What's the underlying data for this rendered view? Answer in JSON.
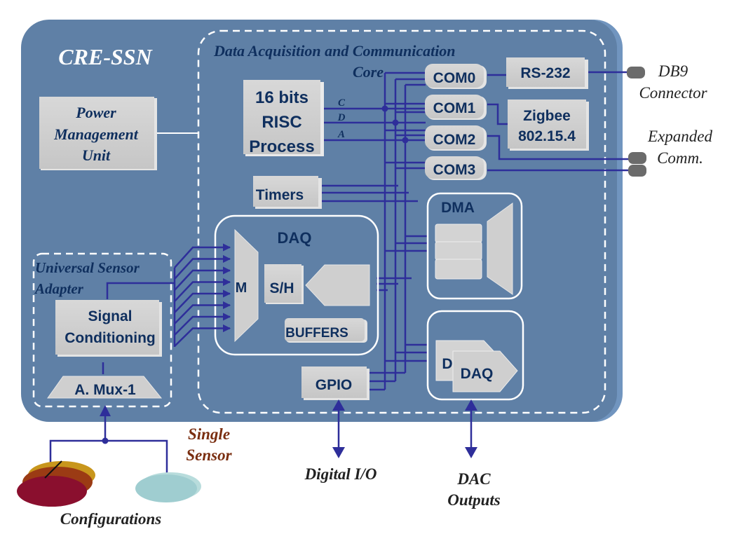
{
  "diagram": {
    "title": "CRE-SSN",
    "core_title_line1": "Data Acquisition and Communication",
    "core_title_line2": "Core",
    "colors": {
      "panel": "#5f80a6",
      "panel_edge": "#7195bf",
      "block": "#cfcfcf",
      "block_text": "#0f2f5e",
      "bus": "#2e2e9a",
      "white": "#ffffff",
      "single_sensor": "#7a2e10",
      "ext_text": "#222222"
    },
    "blocks": {
      "power": [
        "Power",
        "Management",
        "Unit"
      ],
      "risc": [
        "16 bits",
        "RISC",
        "Process"
      ],
      "bus_labels": [
        "C",
        "D",
        "A"
      ],
      "timers": "Timers",
      "daq_group": "DAQ",
      "mux": "M",
      "sh": "S/H",
      "buffers": "BUFFERS",
      "dma": "DMA",
      "gpio": "GPIO",
      "dac_back": "D",
      "dac_front": "DAQ",
      "com": [
        "COM0",
        "COM1",
        "COM2",
        "COM3"
      ],
      "rs232": "RS-232",
      "zigbee": [
        "Zigbee",
        "802.15.4"
      ],
      "usa_title": [
        "Universal Sensor",
        "Adapter"
      ],
      "signal_cond": [
        "Signal",
        "Conditioning"
      ],
      "amux": "A. Mux-1"
    },
    "external": {
      "db9": [
        "DB9",
        "Connector"
      ],
      "expanded": [
        "Expanded",
        "Comm."
      ],
      "digital_io": "Digital I/O",
      "dac_outputs": [
        "DAC",
        "Outputs"
      ],
      "single_sensor": [
        "Single",
        "Sensor"
      ],
      "configurations": "Configurations"
    }
  }
}
